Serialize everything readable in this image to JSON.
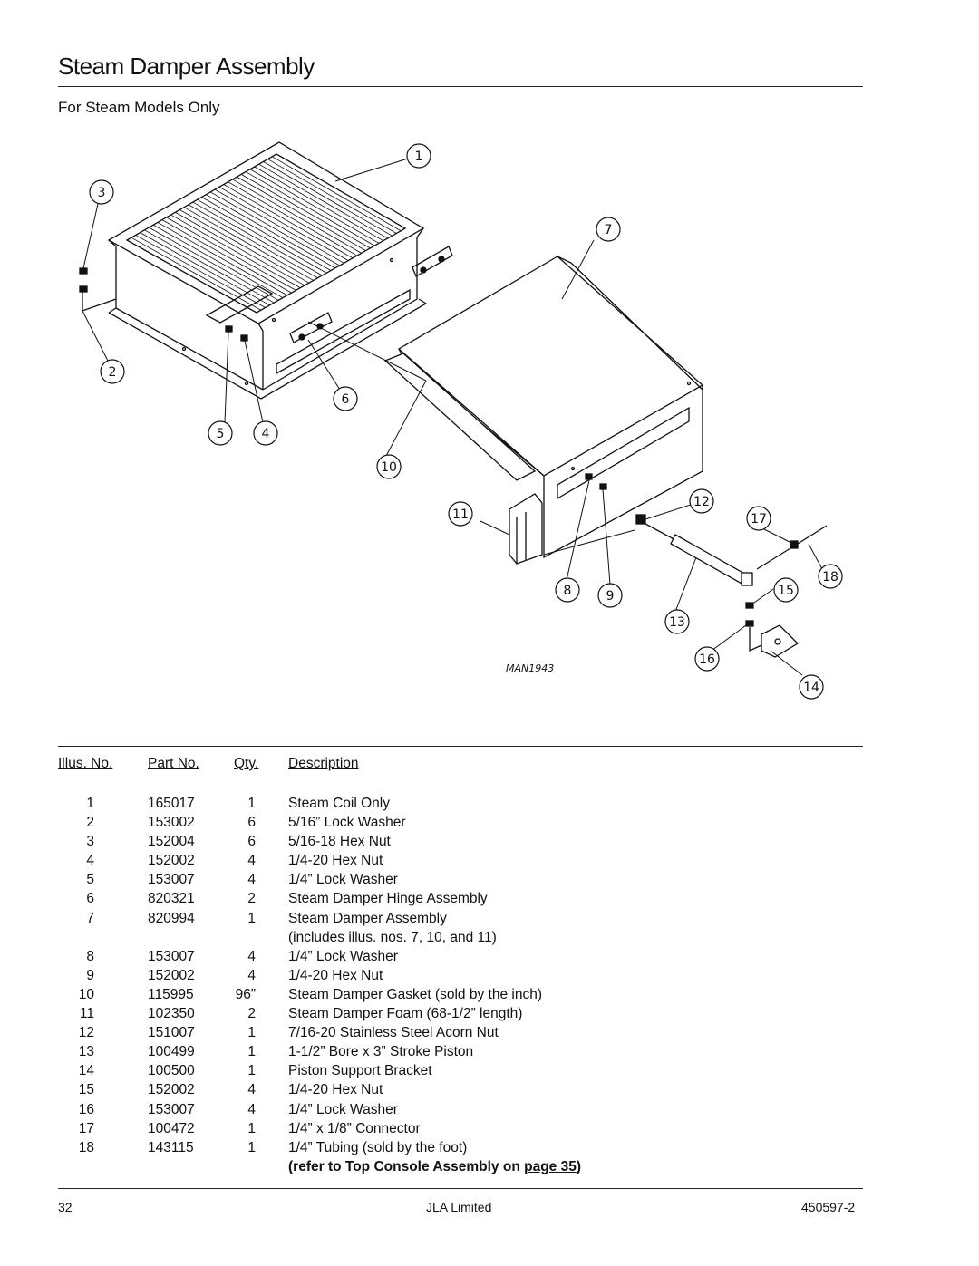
{
  "header": {
    "title": "Steam Damper Assembly",
    "subtitle": "For Steam Models Only"
  },
  "figure": {
    "drawing_id": "MAN1943",
    "callouts": [
      "1",
      "2",
      "3",
      "4",
      "5",
      "6",
      "7",
      "8",
      "9",
      "10",
      "11",
      "12",
      "13",
      "14",
      "15",
      "16",
      "17",
      "18"
    ]
  },
  "parts": {
    "columns": {
      "illus": "Illus. No.",
      "part": "Part No.",
      "qty": "Qty.",
      "desc": "Description"
    },
    "rows": [
      {
        "illus": "1",
        "part": "165017",
        "qty": "1",
        "desc": "Steam Coil Only"
      },
      {
        "illus": "2",
        "part": "153002",
        "qty": "6",
        "desc": "5/16” Lock Washer"
      },
      {
        "illus": "3",
        "part": "152004",
        "qty": "6",
        "desc": "5/16-18 Hex Nut"
      },
      {
        "illus": "4",
        "part": "152002",
        "qty": "4",
        "desc": "1/4-20 Hex Nut"
      },
      {
        "illus": "5",
        "part": "153007",
        "qty": "4",
        "desc": "1/4” Lock Washer"
      },
      {
        "illus": "6",
        "part": "820321",
        "qty": "2",
        "desc": "Steam Damper Hinge Assembly"
      },
      {
        "illus": "7",
        "part": "820994",
        "qty": "1",
        "desc": "Steam Damper Assembly"
      },
      {
        "illus": "",
        "part": "",
        "qty": "",
        "desc": "(includes illus. nos. 7, 10, and 11)"
      },
      {
        "illus": "8",
        "part": "153007",
        "qty": "4",
        "desc": "1/4” Lock Washer"
      },
      {
        "illus": "9",
        "part": "152002",
        "qty": "4",
        "desc": "1/4-20 Hex Nut"
      },
      {
        "illus": "10",
        "part": "115995",
        "qty": "96”",
        "desc": "Steam Damper Gasket (sold by the inch)"
      },
      {
        "illus": "11",
        "part": "102350",
        "qty": "2",
        "desc": "Steam Damper Foam (68-1/2” length)"
      },
      {
        "illus": "12",
        "part": "151007",
        "qty": "1",
        "desc": "7/16-20 Stainless Steel Acorn Nut"
      },
      {
        "illus": "13",
        "part": "100499",
        "qty": "1",
        "desc": "1-1/2” Bore x 3” Stroke Piston"
      },
      {
        "illus": "14",
        "part": "100500",
        "qty": "1",
        "desc": "Piston Support Bracket"
      },
      {
        "illus": "15",
        "part": "152002",
        "qty": "4",
        "desc": "1/4-20 Hex Nut"
      },
      {
        "illus": "16",
        "part": "153007",
        "qty": "4",
        "desc": "1/4” Lock Washer"
      },
      {
        "illus": "17",
        "part": "100472",
        "qty": "1",
        "desc": "1/4” x 1/8” Connector"
      },
      {
        "illus": "18",
        "part": "143115",
        "qty": "1",
        "desc": "1/4” Tubing (sold by the foot)"
      }
    ],
    "note": {
      "prefix": "(",
      "text": "refer to Top Console Assembly on ",
      "link": "page 35",
      "suffix": ")"
    }
  },
  "footer": {
    "page_number": "32",
    "company": "JLA Limited",
    "doc_number": "450597-2"
  }
}
